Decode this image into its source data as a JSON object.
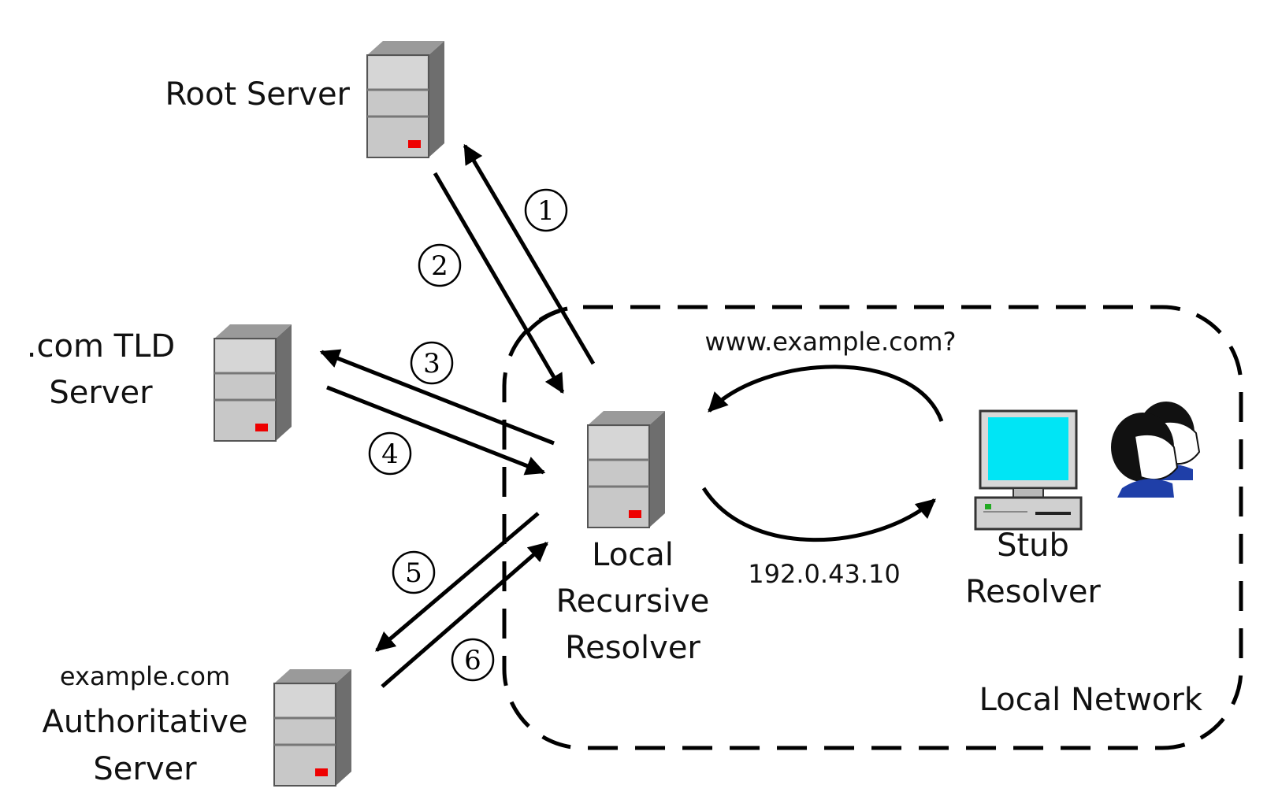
{
  "servers": {
    "root": {
      "label": "Root Server"
    },
    "tld": {
      "label_line1": ".com TLD",
      "label_line2": "Server"
    },
    "authoritative": {
      "label_line1": "example.com",
      "label_line2": "Authoritative",
      "label_line3": "Server"
    },
    "local_resolver": {
      "label_line1": "Local",
      "label_line2": "Recursive",
      "label_line3": "Resolver"
    }
  },
  "stub_resolver": {
    "label_line1": "Stub",
    "label_line2": "Resolver"
  },
  "local_network": {
    "label": "Local Network"
  },
  "query": {
    "label": "www.example.com?"
  },
  "answer": {
    "label": "192.0.43.10"
  },
  "steps": [
    "1",
    "2",
    "3",
    "4",
    "5",
    "6"
  ],
  "colors": {
    "server_body": "#c8c8c8",
    "server_led": "#ee0000",
    "monitor_screen": "#00e5f5",
    "user_shirt": "#1f3fa8"
  },
  "icons": [
    "server-icon",
    "computer-icon",
    "users-icon"
  ]
}
